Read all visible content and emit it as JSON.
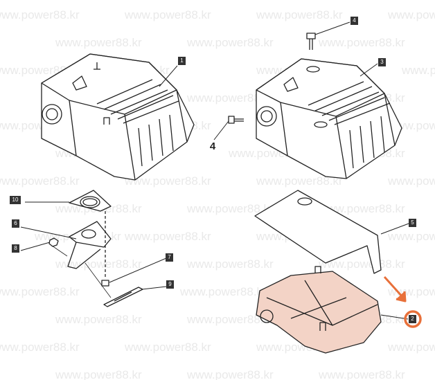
{
  "watermark": "www.power88.kr",
  "labels": {
    "p1": "1",
    "p4_top": "4",
    "p3": "3",
    "p4_bold": "4",
    "p10": "10",
    "p6": "6",
    "p8": "8",
    "p7": "7",
    "p9": "9",
    "p5": "5",
    "p2": "2"
  },
  "colors": {
    "highlight": "#e8703a",
    "muffler_fill": "#f3d3c6",
    "line": "#222222"
  }
}
